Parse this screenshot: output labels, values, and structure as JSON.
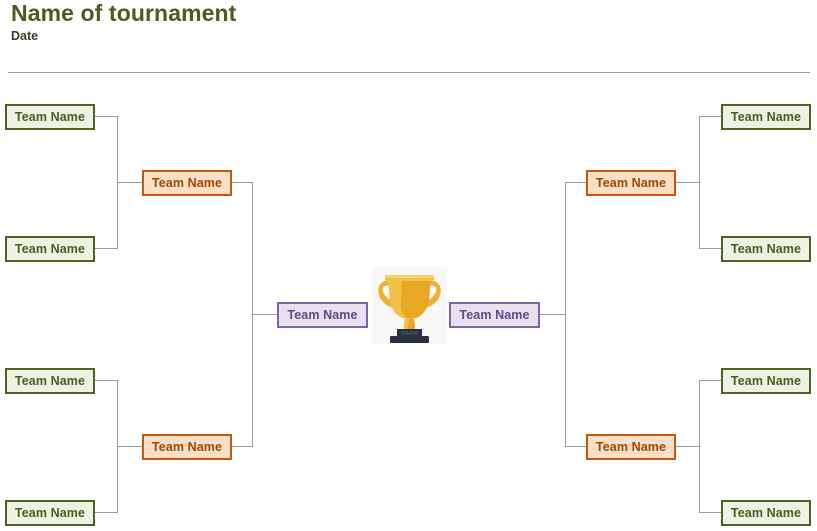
{
  "header": {
    "title": "Name of tournament",
    "date": "Date",
    "title_color": "#4a5d1e",
    "date_color": "#3d3d2f",
    "rule_color": "#9a9a9a"
  },
  "colors": {
    "round1_fill": "#edf2e2",
    "round1_border": "#4f6221",
    "round1_text": "#4a5d1e",
    "round2_fill": "#fbdfc6",
    "round2_border": "#c15a11",
    "round2_text": "#a04606",
    "final_fill": "#e7e1ef",
    "final_border": "#7d62a6",
    "final_text": "#5d4a8c",
    "connector": "#9b9b9b",
    "trophy_gold": "#e8a823",
    "trophy_gold_light": "#f2c14a",
    "trophy_base": "#2b3040"
  },
  "bracket": {
    "label": "Team Name",
    "left": {
      "round1": [
        {
          "label": "Team Name"
        },
        {
          "label": "Team Name"
        },
        {
          "label": "Team Name"
        },
        {
          "label": "Team Name"
        }
      ],
      "round2": [
        {
          "label": "Team Name"
        },
        {
          "label": "Team Name"
        }
      ],
      "final": {
        "label": "Team Name"
      }
    },
    "right": {
      "round1": [
        {
          "label": "Team Name"
        },
        {
          "label": "Team Name"
        },
        {
          "label": "Team Name"
        },
        {
          "label": "Team Name"
        }
      ],
      "round2": [
        {
          "label": "Team Name"
        },
        {
          "label": "Team Name"
        }
      ],
      "final": {
        "label": "Team Name"
      }
    }
  },
  "trophy": {
    "icon": "trophy-icon"
  }
}
